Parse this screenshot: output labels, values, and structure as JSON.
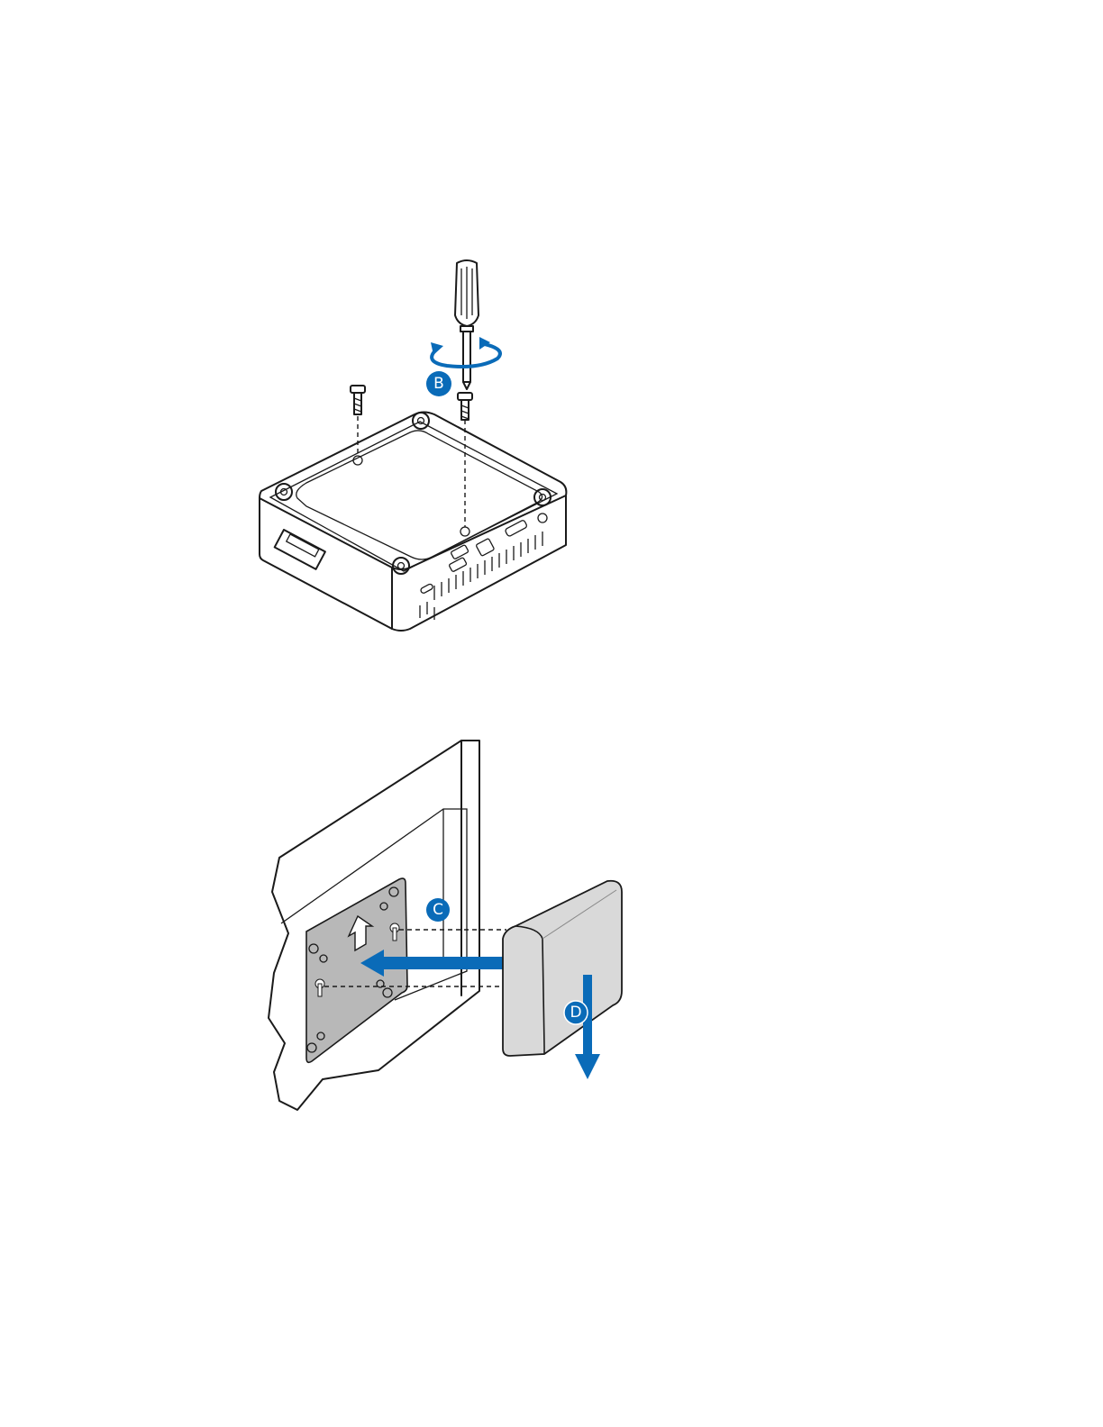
{
  "callouts": {
    "b": "B",
    "c": "C",
    "d": "D"
  },
  "colors": {
    "accent_blue": "#0a6bb8",
    "plate_gray": "#b8b8b8",
    "device_gray": "#d9d9d9",
    "line": "#1a1a1a"
  },
  "icons": [
    "screwdriver-icon",
    "screw-icon",
    "rotation-arrow-icon",
    "up-arrow-icon",
    "slide-arrow-icon",
    "down-arrow-icon"
  ]
}
